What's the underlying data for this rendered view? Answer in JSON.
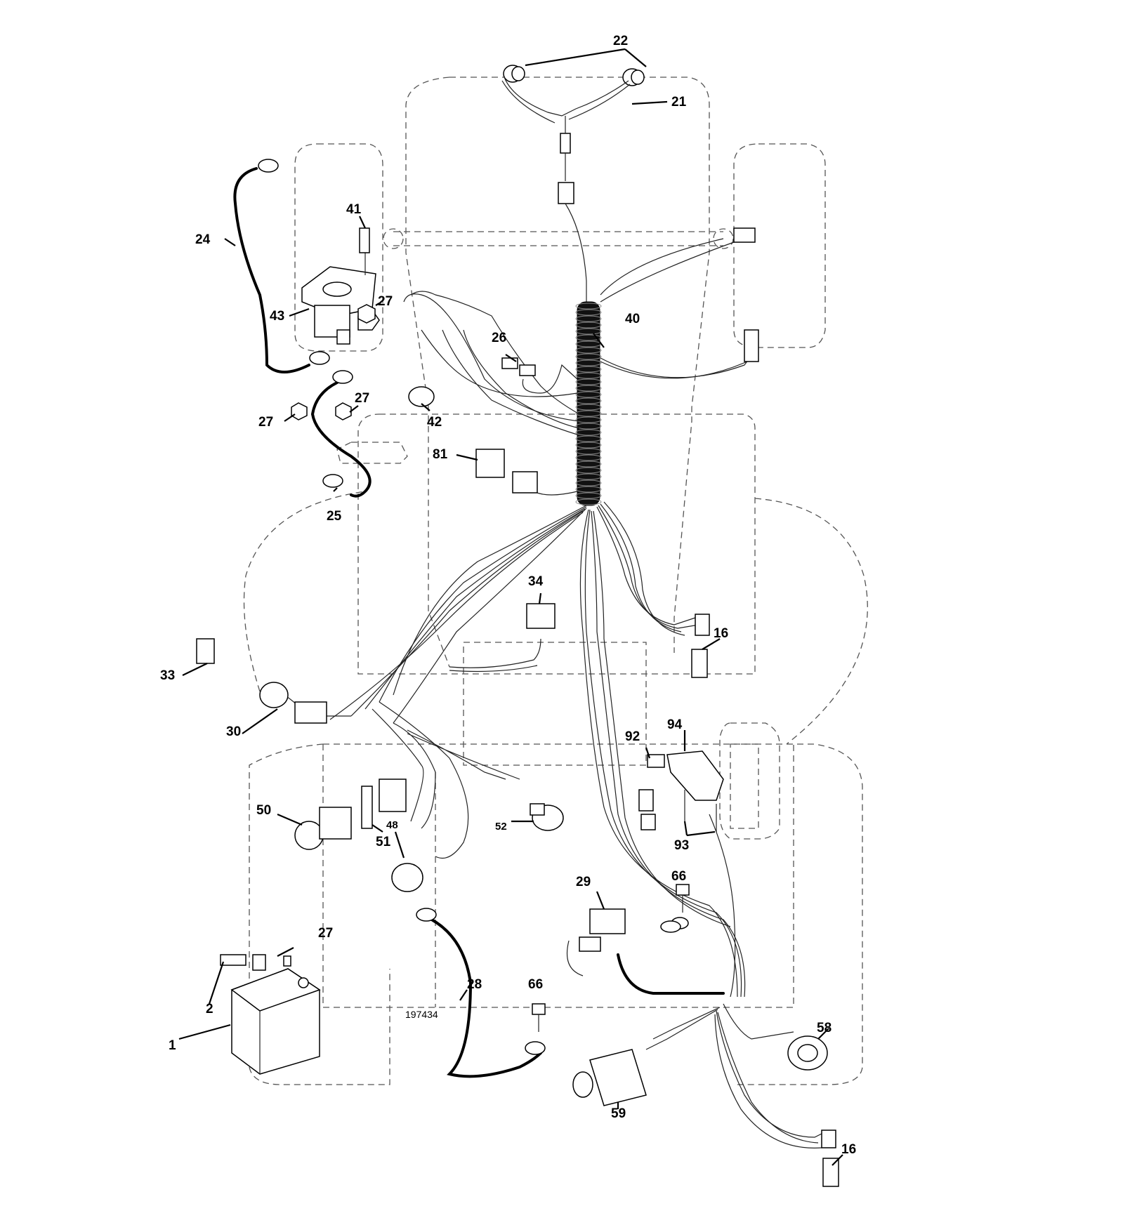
{
  "diagram": {
    "reference_number": "197434",
    "callouts": [
      "22",
      "21",
      "41",
      "24",
      "43",
      "27",
      "40",
      "26",
      "27",
      "27",
      "42",
      "81",
      "25",
      "34",
      "16",
      "33",
      "30",
      "92",
      "94",
      "50",
      "51",
      "48",
      "52",
      "93",
      "29",
      "66",
      "27",
      "2",
      "28",
      "66",
      "58",
      "1",
      "59",
      "16"
    ]
  }
}
